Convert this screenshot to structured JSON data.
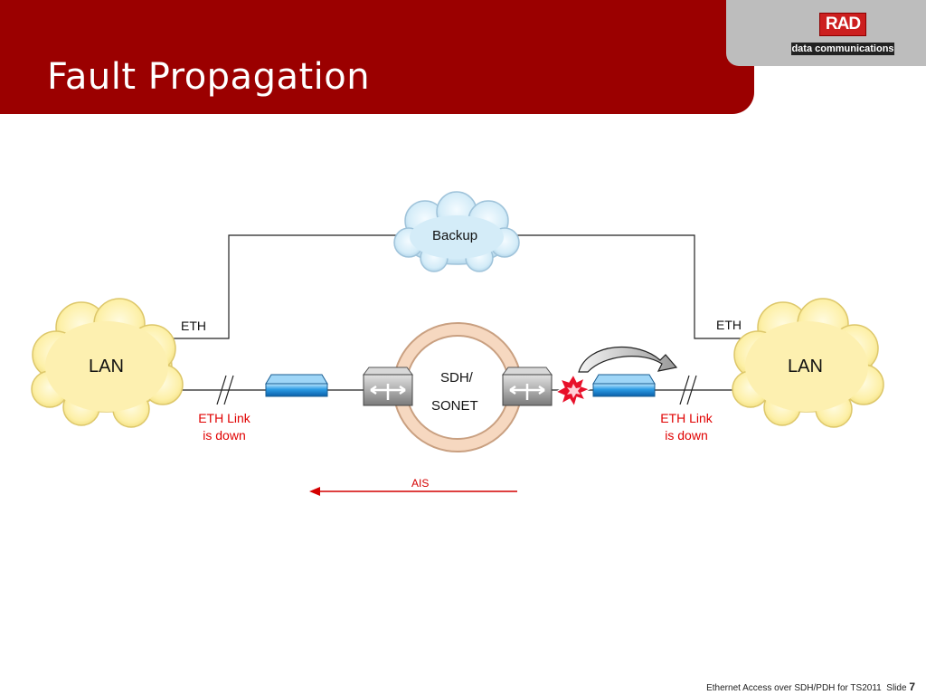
{
  "slide": {
    "title": "Fault Propagation",
    "logo_text": "RAD",
    "logo_subtext": "data communications"
  },
  "diagram": {
    "backup_label": "Backup",
    "lan_left_label": "LAN",
    "lan_right_label": "LAN",
    "eth_left_label": "ETH",
    "eth_right_label": "ETH",
    "ring_label_line1": "SDH/",
    "ring_label_line2": "SONET",
    "eth_link_down_left": [
      "ETH Link",
      "is down"
    ],
    "eth_link_down_right": [
      "ETH Link",
      "is down"
    ],
    "ais_label": "AIS"
  },
  "colors": {
    "header": "#9b0000",
    "alarm_red": "#e00000",
    "lan_cloud": "#fdf2b0",
    "backup_cloud": "#d4ecf8",
    "ring": "#f2c9a8",
    "device_blue": "#2b8fd8"
  },
  "footer": {
    "text": "Ethernet Access over SDH/PDH for TS2011",
    "slide_word": "Slide",
    "slide_number": "7"
  }
}
